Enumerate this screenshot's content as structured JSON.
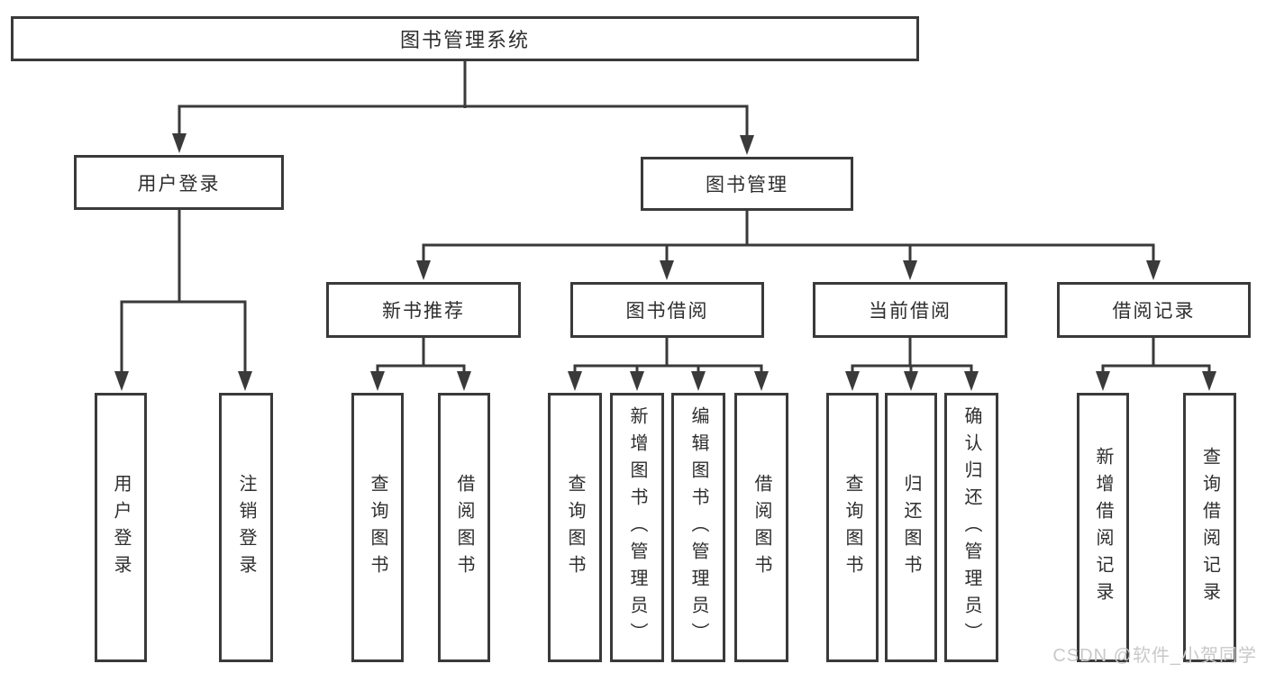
{
  "colors": {
    "line": "#3a3a3a",
    "box_border": "#3a3a3a",
    "text": "#2e2e2e",
    "background": "#ffffff",
    "watermark": "#c9c9c9"
  },
  "watermark": {
    "text": "CSDN @软件_小贺同学"
  },
  "tree": {
    "root": {
      "label": "图书管理系统"
    },
    "branches": [
      {
        "label": "用户登录",
        "leaves": [
          {
            "label": "用户登录"
          },
          {
            "label": "注销登录"
          }
        ]
      },
      {
        "label": "图书管理",
        "groups": [
          {
            "label": "新书推荐",
            "leaves": [
              {
                "label": "查询图书"
              },
              {
                "label": "借阅图书"
              }
            ]
          },
          {
            "label": "图书借阅",
            "leaves": [
              {
                "label": "查询图书"
              },
              {
                "label": "新增图书（管理员）"
              },
              {
                "label": "编辑图书（管理员）"
              },
              {
                "label": "借阅图书"
              }
            ]
          },
          {
            "label": "当前借阅",
            "leaves": [
              {
                "label": "查询图书"
              },
              {
                "label": "归还图书"
              },
              {
                "label": "确认归还（管理员）"
              }
            ]
          },
          {
            "label": "借阅记录",
            "leaves": [
              {
                "label": "新增借阅记录"
              },
              {
                "label": "查询借阅记录"
              }
            ]
          }
        ]
      }
    ]
  }
}
